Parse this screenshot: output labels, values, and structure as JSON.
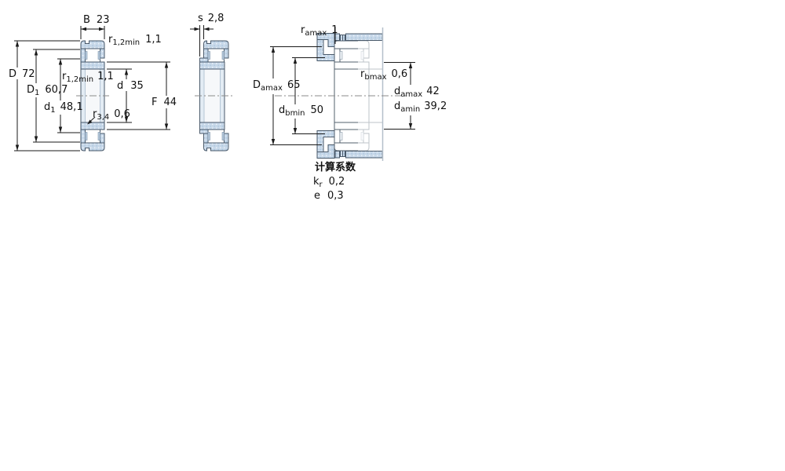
{
  "document": {
    "type": "bearing-dimension-drawing",
    "background": "#ffffff"
  },
  "colors": {
    "ring_fill": "#c7d8e9",
    "ring_fill_speck_light": "#eef4fa",
    "ring_fill_speck_dark": "#a9c4dc",
    "outline": "#49596a",
    "dimension_line": "#1a1a1a",
    "centerline": "#8b8b8b",
    "ghost_edge": "#b4bfca",
    "text": "#101010"
  },
  "front_view": {
    "labels": {
      "B": {
        "main": "B",
        "value": "23"
      },
      "r12_top": {
        "main": "r",
        "sub": "1,2min",
        "value": "1,1"
      },
      "D": {
        "main": "D",
        "value": "72"
      },
      "D1": {
        "main": "D",
        "sub": "1",
        "value": "60,7"
      },
      "r12_mid": {
        "main": "r",
        "sub": "1,2min",
        "value": "1,1"
      },
      "d1": {
        "main": "d",
        "sub": "1",
        "value": "48,1"
      },
      "d": {
        "main": "d",
        "value": "35"
      },
      "r34": {
        "main": "r",
        "sub": "3,4",
        "value": "0,6"
      },
      "F": {
        "main": "F",
        "value": "44"
      }
    }
  },
  "side_view": {
    "labels": {
      "s": {
        "main": "s",
        "value": "2,8"
      }
    }
  },
  "mounted_view": {
    "labels": {
      "r_amax": {
        "main": "r",
        "sub": "amax",
        "value": "1"
      },
      "D_amax": {
        "main": "D",
        "sub": "amax",
        "value": "65"
      },
      "d_bmin": {
        "main": "d",
        "sub": "bmin",
        "value": "50"
      },
      "r_bmax": {
        "main": "r",
        "sub": "bmax",
        "value": "0,6"
      },
      "d_amax": {
        "main": "d",
        "sub": "amax",
        "value": "42"
      },
      "d_amin": {
        "main": "d",
        "sub": "amin",
        "value": "39,2"
      }
    }
  },
  "calculation_factors": {
    "title": "计算系数",
    "rows": {
      "k_r": {
        "main": "k",
        "sub": "r",
        "value": "0,2"
      },
      "e": {
        "main": "e",
        "value": "0,3"
      }
    }
  }
}
